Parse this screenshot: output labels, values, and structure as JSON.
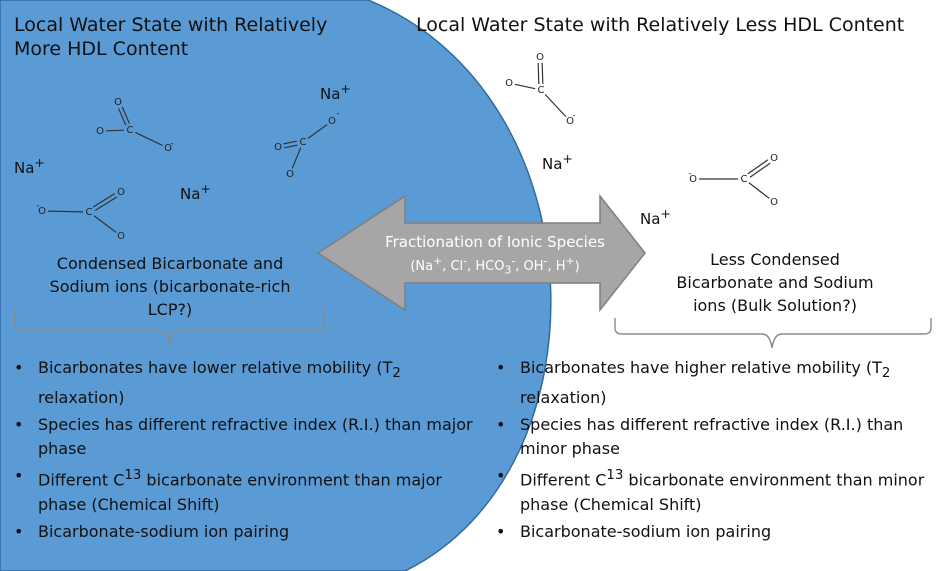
{
  "left": {
    "title": [
      "Local Water State with Relatively",
      "More HDL Content"
    ],
    "caption": [
      "Condensed Bicarbonate and",
      "Sodium ions (bicarbonate-rich",
      "LCP?)"
    ],
    "ions": [
      "Na",
      "Na",
      "Na"
    ],
    "bullets": [
      {
        "a": "Bicarbonates have lower relative mobility (T",
        "sub": "2",
        "b": " relaxation)"
      },
      {
        "a": "Species has different refractive index (R.I.) than major phase"
      },
      {
        "a": "Different C",
        "sup": "13",
        "b": " bicarbonate environment than major phase (Chemical Shift)"
      },
      {
        "a": "Bicarbonate-sodium ion pairing"
      }
    ]
  },
  "right": {
    "title": "Local Water State with Relatively Less HDL Content",
    "caption": [
      "Less Condensed",
      "Bicarbonate and Sodium",
      "ions (Bulk Solution?)"
    ],
    "ions": [
      "Na",
      "Na"
    ],
    "bullets": [
      {
        "a": "Bicarbonates have higher relative mobility (T",
        "sub": "2",
        "b": " relaxation)"
      },
      {
        "a": "Species has different refractive index (R.I.) than minor phase"
      },
      {
        "a": "Different C",
        "sup": "13",
        "b": " bicarbonate environment than minor phase (Chemical Shift)"
      },
      {
        "a": "Bicarbonate-sodium ion pairing"
      }
    ]
  },
  "arrow": {
    "title": "Fractionation of Ionic Species",
    "species": [
      {
        "t": "(Na",
        "sup": "+"
      },
      {
        "t": ", Cl",
        "sup": "-"
      },
      {
        "t": ", HCO",
        "sub": "3",
        "sup": "-"
      },
      {
        "t": ", OH",
        "sup": "-"
      },
      {
        "t": ", H",
        "sup": "+"
      },
      {
        "t": ")"
      }
    ]
  },
  "molecule": {
    "oxygen": "O",
    "carbon": "C",
    "charge_plus": "+",
    "charge_minus": "-"
  },
  "colors": {
    "left_region": "#5b9bd5",
    "left_edge": "#2f6aa8",
    "arrow_fill": "#a6a6a6",
    "arrow_stroke": "#7f7f7f",
    "bracket": "#8a8a8a",
    "bond": "#333333"
  }
}
